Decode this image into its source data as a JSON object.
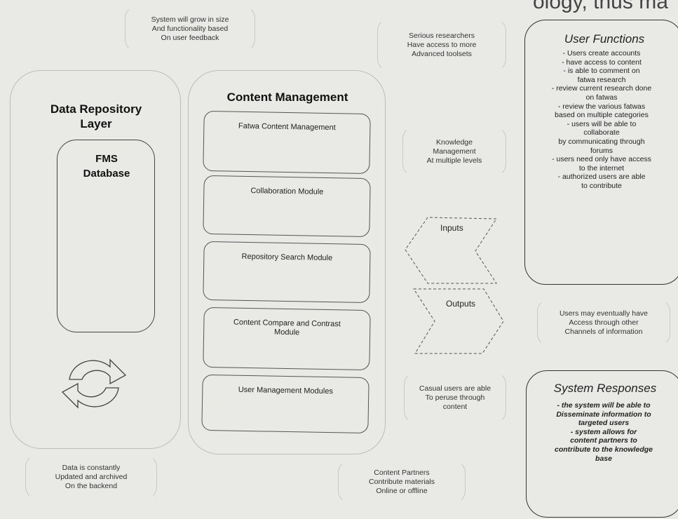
{
  "header_fragment": "ology, thus ma",
  "notes": {
    "growth": [
      "System will grow in size",
      "And functionality based",
      "On user feedback"
    ],
    "researchers": [
      "Serious researchers",
      "Have access to more",
      "Advanced toolsets"
    ],
    "knowledge": [
      "Knowledge",
      "Management",
      "At multiple levels"
    ],
    "casual": [
      "Casual users are able",
      "To peruse through",
      "content"
    ],
    "channels": [
      "Users may eventually have",
      "Access through other",
      "Channels of information"
    ],
    "archive": [
      "Data is constantly",
      "Updated and archived",
      "On the backend"
    ],
    "partners": [
      "Content Partners",
      "Contribute materials",
      "Online or offline"
    ]
  },
  "repository": {
    "title_line1": "Data Repository",
    "title_line2": "Layer",
    "db_line1": "FMS",
    "db_line2": "Database",
    "sync_icon": "sync-arrows-icon"
  },
  "content": {
    "title": "Content Management",
    "modules": [
      "Fatwa Content Management",
      "Collaboration Module",
      "Repository Search Module",
      "Content Compare and Contrast Module",
      "User Management Modules"
    ]
  },
  "arrows": {
    "inputs": "Inputs",
    "outputs": "Outputs"
  },
  "user_functions": {
    "title": "User Functions",
    "items": [
      "- Users create accounts",
      "- have access to content",
      "- is able to comment on",
      "fatwa research",
      "- review current research done",
      "on fatwas",
      "- review the various fatwas",
      "based on multiple categories",
      "- users will be able to",
      "collaborate",
      "by communicating through",
      "forums",
      "- users need only have access",
      "to the internet",
      "- authorized users are able",
      "to contribute"
    ]
  },
  "system_responses": {
    "title": "System Responses",
    "items": [
      "- the system will be able to",
      "Disseminate information to",
      "targeted users",
      "- system allows for",
      "content partners to",
      "contribute to the knowledge",
      "base"
    ]
  }
}
